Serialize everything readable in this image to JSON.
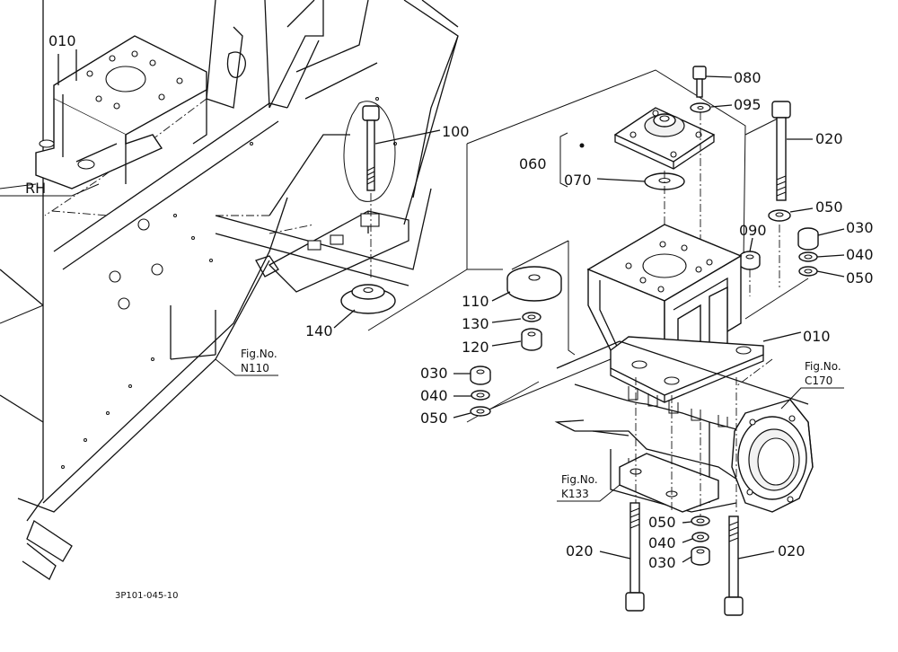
{
  "callouts": {
    "c010_left": "010",
    "c080": "080",
    "c095": "095",
    "c020_top": "020",
    "c100": "100",
    "c060": "060",
    "c070": "070",
    "c050_a": "050",
    "c030_a": "030",
    "c090": "090",
    "c040_a": "040",
    "c050_b": "050",
    "c110": "110",
    "c130": "130",
    "c120": "120",
    "c140": "140",
    "c010_right": "010",
    "c030_b": "030",
    "c040_b": "040",
    "c050_c": "050",
    "c050_d": "050",
    "c040_c": "040",
    "c030_c": "030",
    "c020_left": "020",
    "c020_right": "020"
  },
  "side_label": "RH",
  "fig_refs": {
    "n110": {
      "prefix": "Fig.No.",
      "code": "N110"
    },
    "c170": {
      "prefix": "Fig.No.",
      "code": "C170"
    },
    "k133": {
      "prefix": "Fig.No.",
      "code": "K133"
    }
  },
  "drawing_code": "3P101-045-10"
}
